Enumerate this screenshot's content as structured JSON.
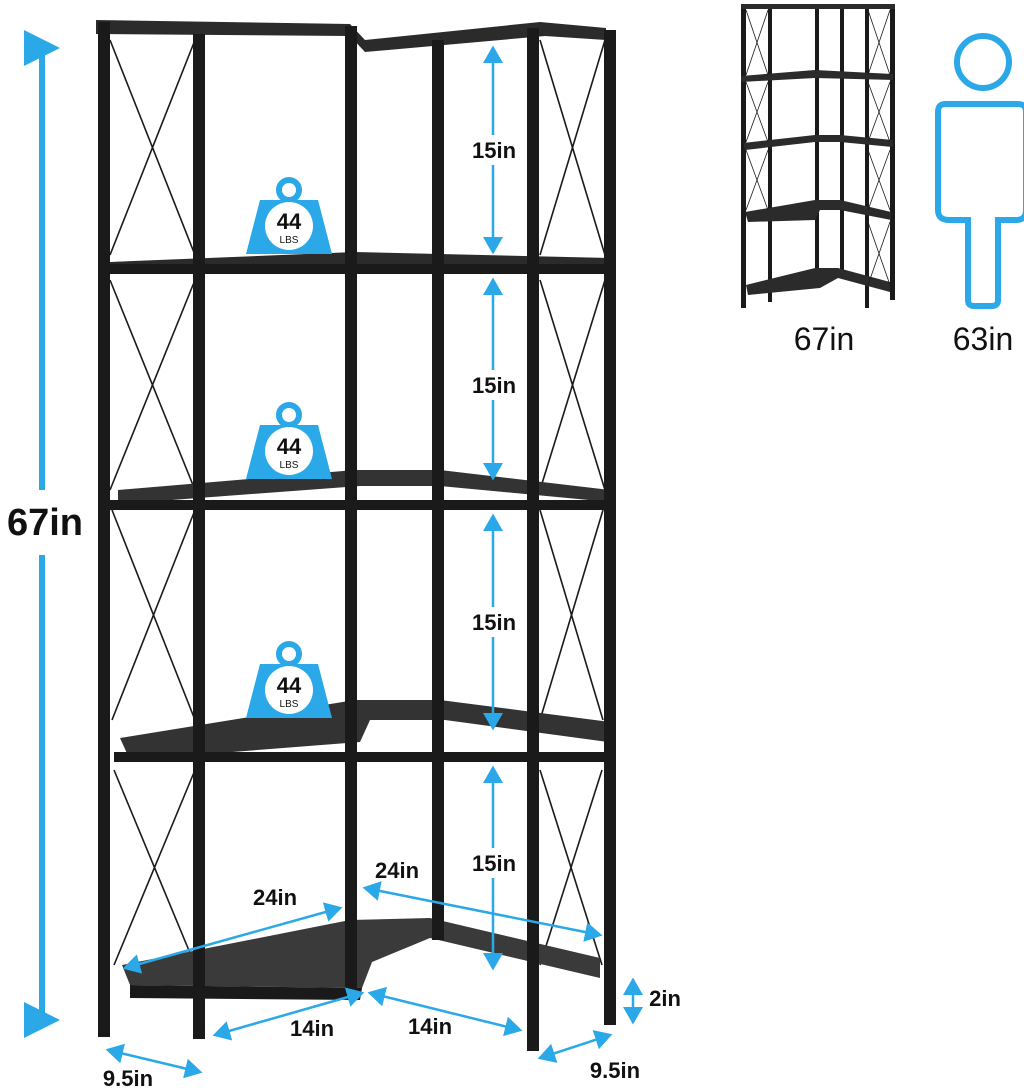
{
  "colors": {
    "accent": "#2aa8e8",
    "frame": "#1a1a1a",
    "shelf": "#2b2b2b",
    "shelf_top": "#3a3a3a",
    "text": "#111111",
    "background": "#ffffff"
  },
  "dimensions": {
    "total_height": "67in",
    "tier_1_gap": "15in",
    "tier_2_gap": "15in",
    "tier_3_gap": "15in",
    "tier_4_gap": "15in",
    "left_depth": "24in",
    "right_depth": "24in",
    "left_inner": "14in",
    "right_inner": "14in",
    "left_width": "9.5in",
    "right_width": "9.5in",
    "foot_height": "2in"
  },
  "weight_badges": [
    {
      "value": "44",
      "unit": "LBS"
    },
    {
      "value": "44",
      "unit": "LBS"
    },
    {
      "value": "44",
      "unit": "LBS"
    }
  ],
  "comparison": {
    "shelf_height": "67in",
    "person_height": "63in",
    "person_icon": "person-silhouette-icon",
    "shelf_icon": "corner-shelf-thumbnail-icon"
  }
}
